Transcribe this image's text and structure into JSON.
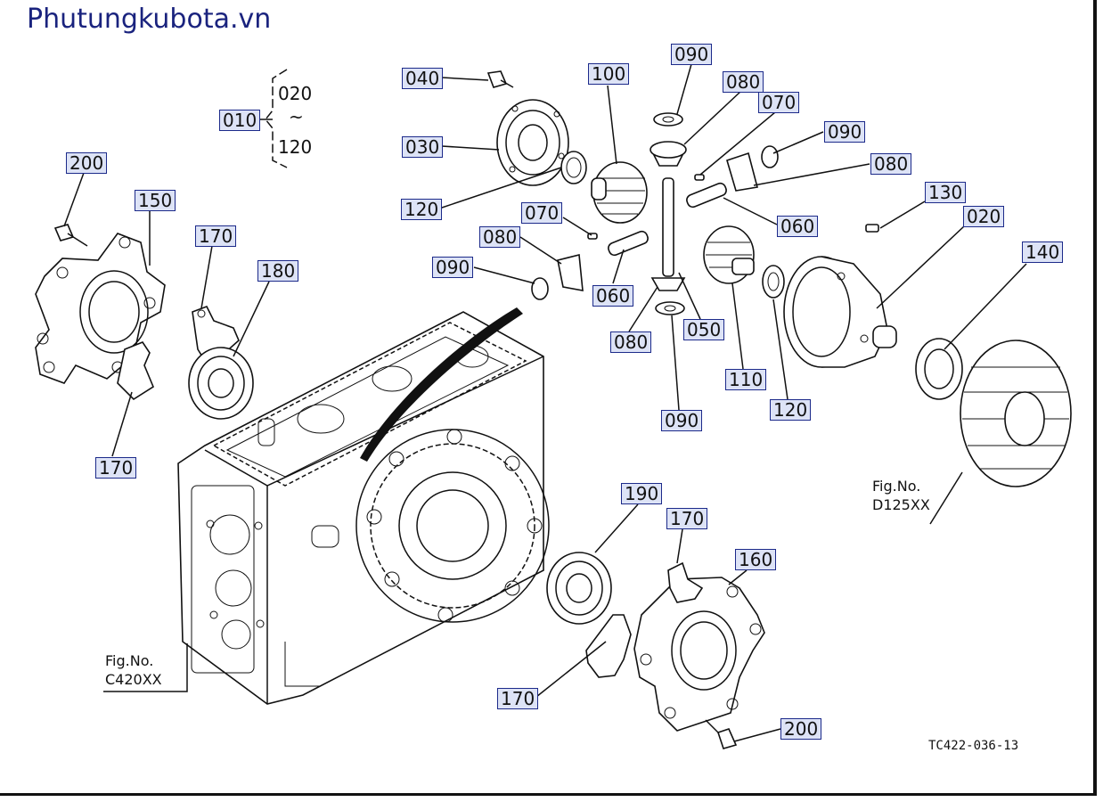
{
  "watermark": "Phutungkubota.vn",
  "range": {
    "label": "010",
    "from": "020",
    "tilde": "~",
    "to": "120"
  },
  "callouts": {
    "c040": "040",
    "c030": "030",
    "c120a": "120",
    "c100": "100",
    "c090a": "090",
    "c080a": "080",
    "c070a": "070",
    "c090b": "090",
    "c080b": "080",
    "c060a": "060",
    "c130": "130",
    "c020": "020",
    "c070b": "070",
    "c080c": "080",
    "c090c": "090",
    "c060b": "060",
    "c080d": "080",
    "c050": "050",
    "c110": "110",
    "c120b": "120",
    "c090d": "090",
    "c140": "140",
    "c200a": "200",
    "c150": "150",
    "c170a": "170",
    "c180": "180",
    "c170b": "170",
    "c190": "190",
    "c170c": "170",
    "c160": "160",
    "c170d": "170",
    "c200b": "200"
  },
  "figrefs": {
    "d125": {
      "title": "Fig.No.",
      "code": "D125XX"
    },
    "c420": {
      "title": "Fig.No.",
      "code": "C420XX"
    }
  },
  "diagram_code": "TC422-036-13"
}
